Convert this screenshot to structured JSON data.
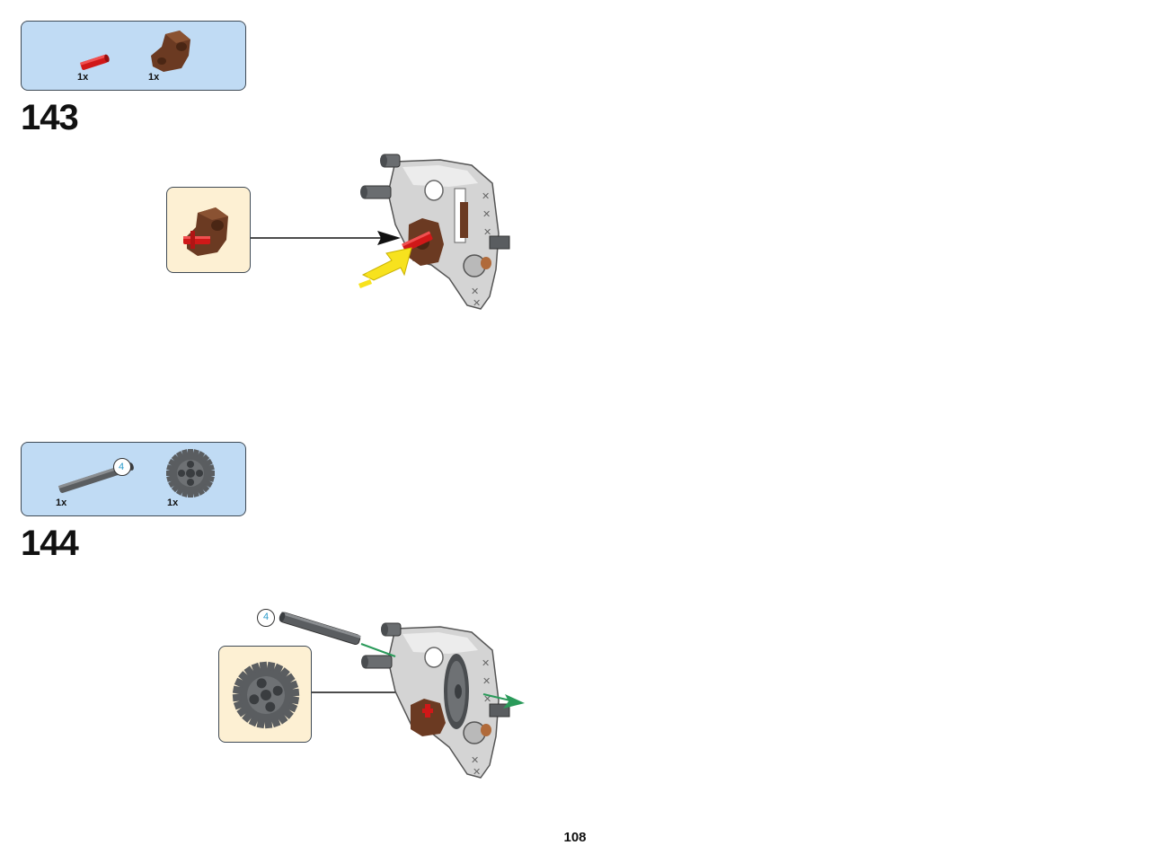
{
  "steps": [
    {
      "number": "143",
      "parts": [
        {
          "name": "red-axle-pin",
          "qty": "1x"
        },
        {
          "name": "brown-angle-connector",
          "qty": "1x"
        }
      ]
    },
    {
      "number": "144",
      "parts": [
        {
          "name": "dark-grey-axle",
          "qty": "1x",
          "length": "4"
        },
        {
          "name": "dark-grey-gear-24-tooth",
          "qty": "1x"
        }
      ],
      "axle_length_label": "4"
    }
  ],
  "page_number": "108",
  "colors": {
    "parts_box": "#c0dbf4",
    "callout_box": "#fdf0d3",
    "red": "#d01818",
    "brown": "#6b3a22",
    "light_grey": "#c9c9c9",
    "dark_grey": "#5a5d60",
    "arrow_yellow": "#f7e21e",
    "arrow_green": "#2a9a5a",
    "length_circle": "#2a9acb"
  }
}
